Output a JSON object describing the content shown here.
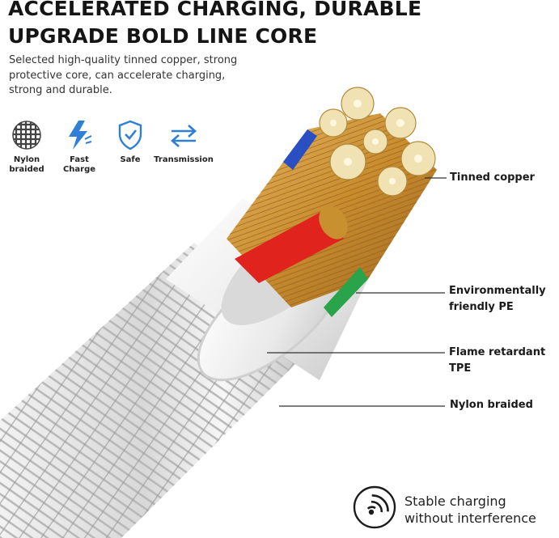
{
  "headline": {
    "line1": "ACCELERATED CHARGING, DURABLE",
    "line2": "UPGRADE BOLD LINE CORE"
  },
  "subtitle": {
    "line1": "Selected high-quality tinned copper, strong",
    "line2": "protective core, can accelerate charging,",
    "line3": "strong and durable."
  },
  "features": [
    {
      "icon": "nylon-mesh-icon",
      "line1": "Nylon",
      "line2": "braided"
    },
    {
      "icon": "lightning-bolt-icon",
      "line1": "Fast",
      "line2": "Charge"
    },
    {
      "icon": "shield-check-icon",
      "line1": "Safe",
      "line2": ""
    },
    {
      "icon": "transfer-arrows-icon",
      "line1": "Transmission",
      "line2": ""
    }
  ],
  "callouts": {
    "tinned_copper": "Tinned copper",
    "pe_line1": "Environmentally",
    "pe_line2": "friendly PE",
    "tpe": "Flame retardant TPE",
    "nylon": "Nylon braided"
  },
  "badge": {
    "icon": "wireless-signal-icon",
    "line1": "Stable charging",
    "line2": "without interference"
  },
  "colors": {
    "accent_blue": "#2f7fd6",
    "copper": "#c9902f",
    "red_core": "#e0231c",
    "green_core": "#2aa44a",
    "blue_core": "#2a4fc2"
  }
}
